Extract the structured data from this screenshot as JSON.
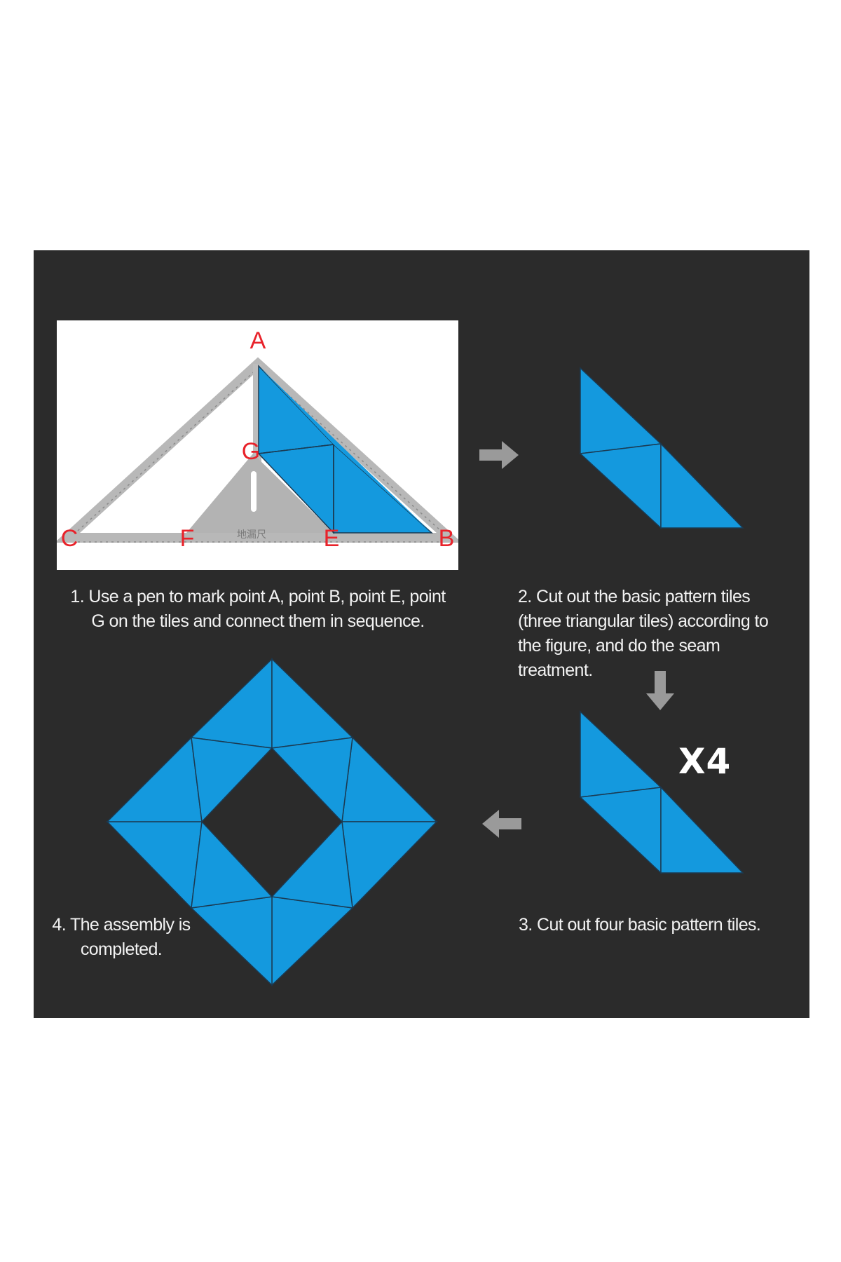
{
  "colors": {
    "background": "#2b2b2b",
    "tile": "#1499de",
    "tile_seam": "#1b3a52",
    "ruler": "#b8b8b8",
    "point_label": "#e8222a",
    "arrow": "#9a9a9a",
    "caption": "#f2f2f2"
  },
  "photo": {
    "point_labels": [
      "A",
      "B",
      "C",
      "E",
      "F",
      "G"
    ],
    "ruler_text": "地漏尺"
  },
  "steps": [
    {
      "text": "1. Use a pen to mark point A, point B, point E, point G on the tiles and connect them in sequence."
    },
    {
      "text": "2. Cut out the basic pattern tiles (three triangular tiles) according to the figure, and do the seam treatment."
    },
    {
      "text": "3. Cut out four basic pattern tiles."
    },
    {
      "text": "4. The assembly is completed."
    }
  ],
  "multiplier": "X4",
  "icons": [
    "arrow-right-icon",
    "arrow-down-icon",
    "arrow-left-icon"
  ]
}
